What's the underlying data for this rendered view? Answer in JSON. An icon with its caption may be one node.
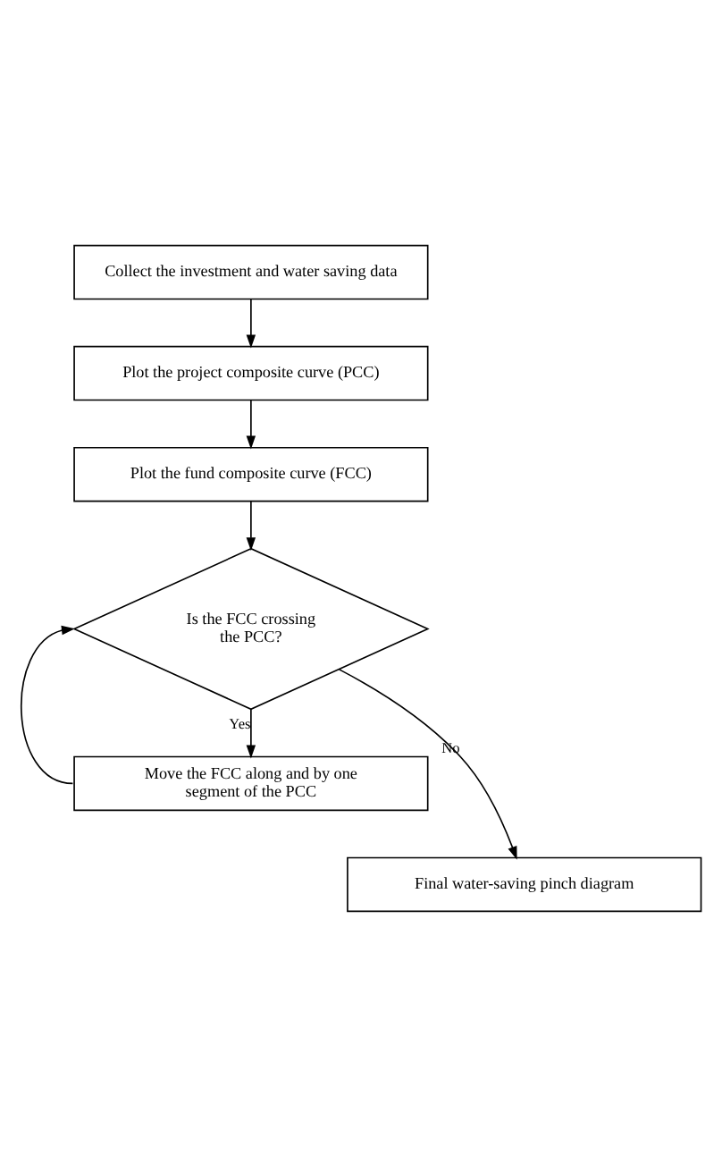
{
  "diagram": {
    "nodes": [
      {
        "text": [
          "Collect the investment and water saving data"
        ]
      },
      {
        "text": [
          "Plot the project composite curve (PCC)"
        ]
      },
      {
        "text": [
          "Plot the fund composite curve (FCC)"
        ]
      },
      {
        "text": [
          "Is the FCC crossing the PCC?"
        ]
      },
      {
        "text": [
          "Move the FCC along and by one segment of the PCC"
        ]
      },
      {
        "text": [
          "Final water-saving pinch diagram"
        ]
      }
    ],
    "edges": [
      {
        "from": 0,
        "to": 1,
        "arrow": "to"
      },
      {
        "from": 1,
        "to": 2,
        "arrow": "to"
      },
      {
        "from": 2,
        "to": 3,
        "arrow": "to"
      },
      {
        "from": 3,
        "to": 4,
        "arrow": "to",
        "label": "Yes"
      },
      {
        "from": 4,
        "to": 3,
        "arrow": "to"
      },
      {
        "from": 3,
        "to": 5,
        "arrow": "to",
        "label": "No"
      }
    ]
  }
}
